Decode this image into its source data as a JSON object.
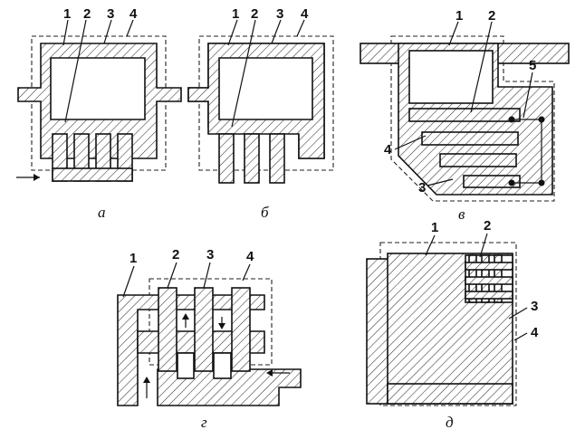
{
  "panels": [
    {
      "caption": "а",
      "labels": [
        "1",
        "2",
        "3",
        "4"
      ]
    },
    {
      "caption": "б",
      "labels": [
        "1",
        "2",
        "3",
        "4"
      ]
    },
    {
      "caption": "в",
      "labels": [
        "1",
        "2",
        "3",
        "4",
        "5"
      ]
    },
    {
      "caption": "г",
      "labels": [
        "1",
        "2",
        "3",
        "4"
      ]
    },
    {
      "caption": "д",
      "labels": [
        "1",
        "2",
        "3",
        "4"
      ]
    }
  ],
  "colors": {
    "ink": "#111111",
    "background": "#ffffff"
  }
}
